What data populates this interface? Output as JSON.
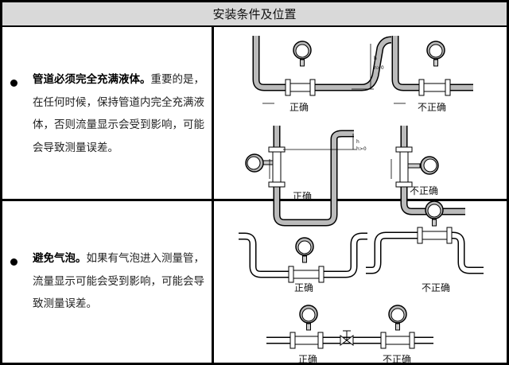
{
  "header": {
    "title": "安装条件及位置"
  },
  "rows": [
    {
      "bold": "管道必须完全充满液体。",
      "text": "重要的是，在任何时候，保持管道内完全充满液体，否则流量显示会受到影响，可能会导致测量误差。",
      "labels": {
        "d1": "正确",
        "d2": "不正确",
        "d3": "正确",
        "d4": "不正确",
        "h": "h",
        "h_gt": "h>0"
      }
    },
    {
      "bold": "避免气泡。",
      "text": "如果有气泡进入测量管，流量显示可能会受到影响，可能会导致测量误差。",
      "labels": {
        "d5": "正确",
        "d6": "不正确",
        "d7a": "正确",
        "d7b": "不正确"
      }
    }
  ]
}
